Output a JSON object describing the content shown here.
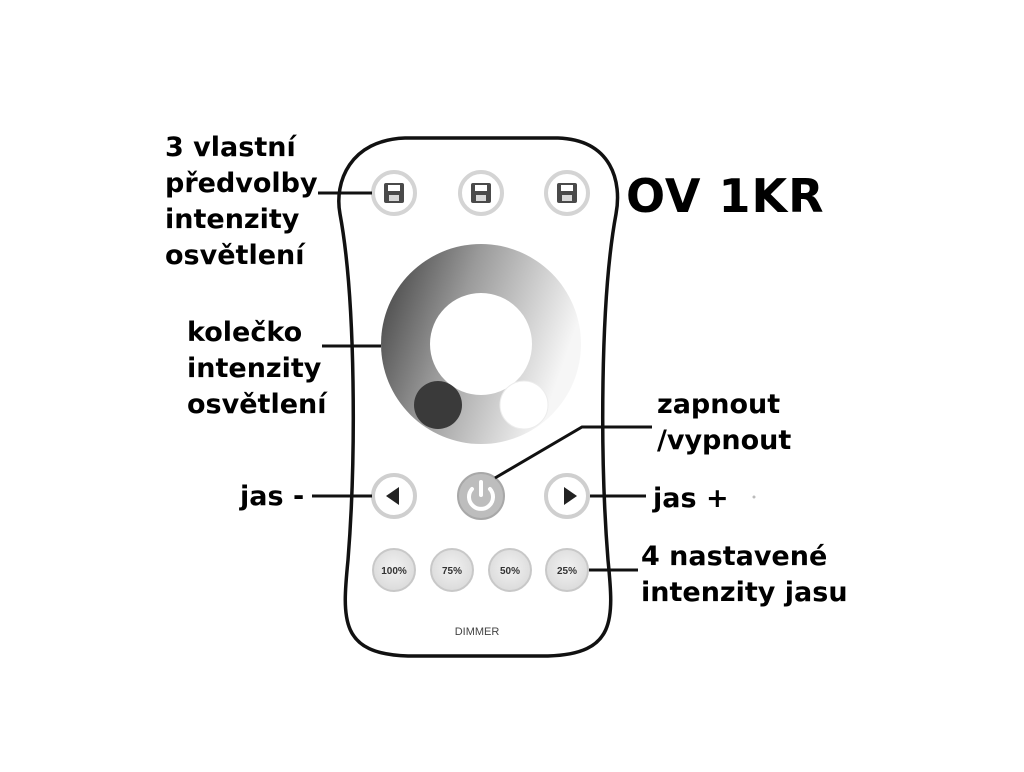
{
  "title": "OV 1KR",
  "remote": {
    "brand_label": "DIMMER",
    "preset_buttons": [
      "100%",
      "75%",
      "50%",
      "25%"
    ],
    "memory_buttons": [
      "save-icon",
      "save-icon",
      "save-icon"
    ],
    "control_buttons": [
      "arrow-left-icon",
      "power-icon",
      "arrow-right-icon"
    ]
  },
  "annotations": {
    "memory": [
      "3 vlastní",
      "předvolby",
      "intenzity",
      "osvětlení"
    ],
    "wheel": [
      "kolečko",
      "intenzity",
      "osvětlení"
    ],
    "power": [
      "zapnout",
      "/vypnout"
    ],
    "brightness_down": "jas -",
    "brightness_up": "jas +",
    "presets": [
      "4 nastavené",
      "intenzity jasu"
    ]
  },
  "colors": {
    "outline": "#111111",
    "button_fill": "#e6e6e6",
    "button_ring": "#c8c8c8",
    "wheel_dark": "#3a3a3a",
    "wheel_light": "#f4f4f4"
  }
}
